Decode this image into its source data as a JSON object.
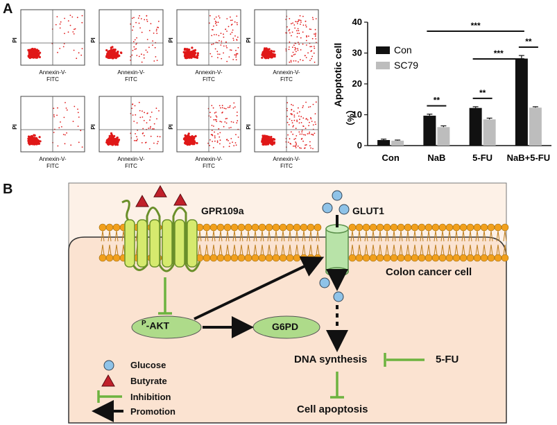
{
  "panel_a": {
    "letter": "A",
    "flow_plots": [
      {
        "ylabel": "PI",
        "xlabel": "Annexin-V-FITC",
        "row": 0,
        "col": 0
      },
      {
        "ylabel": "PI",
        "xlabel": "Annexin-V-FITC",
        "row": 0,
        "col": 1
      },
      {
        "ylabel": "PI",
        "xlabel": "Annexin-V-FITC",
        "row": 0,
        "col": 2
      },
      {
        "ylabel": "PI",
        "xlabel": "Annexin-V-FITC",
        "row": 0,
        "col": 3
      },
      {
        "ylabel": "PI",
        "xlabel": "Annexin-V-FITC",
        "row": 1,
        "col": 0
      },
      {
        "ylabel": "PI",
        "xlabel": "Annexin-V-FITC",
        "row": 1,
        "col": 1
      },
      {
        "ylabel": "PI",
        "xlabel": "Annexin-V-FITC",
        "row": 1,
        "col": 2
      },
      {
        "ylabel": "PI",
        "xlabel": "Annexin-V-FITC",
        "row": 1,
        "col": 3
      }
    ],
    "flow_xlabel_line1": "Annexin-V-",
    "flow_xlabel_line2": "FITC",
    "flow_ylabel": "PI"
  },
  "chart_data": {
    "type": "bar",
    "categories": [
      "Con",
      "NaB",
      "5-FU",
      "NaB+5-FU"
    ],
    "series": [
      {
        "name": "Con",
        "color": "#111111",
        "values": [
          1.8,
          9.7,
          12.2,
          28.2
        ],
        "errors": [
          0.3,
          0.5,
          0.4,
          1.0
        ]
      },
      {
        "name": "SC79",
        "color": "#bdbdbd",
        "values": [
          1.6,
          6.0,
          8.5,
          12.3
        ],
        "errors": [
          0.2,
          0.4,
          0.4,
          0.3
        ]
      }
    ],
    "ylabel_line1": "Apoptotic cell",
    "ylabel_line2": "（%）",
    "ylim": [
      0,
      40
    ],
    "yticks": [
      0,
      10,
      20,
      30,
      40
    ],
    "legend_placement": "top-left",
    "significance": [
      {
        "label": "**",
        "from": "NaB-Con",
        "to": "NaB-SC79"
      },
      {
        "label": "**",
        "from": "5-FU-Con",
        "to": "5-FU-SC79"
      },
      {
        "label": "**",
        "from": "NaB+5-FU-Con",
        "to": "NaB+5-FU-SC79"
      },
      {
        "label": "***",
        "from": "5-FU-Con",
        "to": "NaB+5-FU-Con"
      },
      {
        "label": "***",
        "from": "NaB-Con",
        "to": "NaB+5-FU-Con"
      }
    ]
  },
  "panel_b": {
    "letter": "B",
    "receptor_label": "GPR109a",
    "transporter_label": "GLUT1",
    "cell_label": "Colon cancer cell",
    "pakt_label_p": "P",
    "pakt_label_rest": "-AKT",
    "g6pd_label": "G6PD",
    "dna_label": "DNA synthesis",
    "fu_label": "5-FU",
    "apoptosis_label": "Cell apoptosis",
    "legend": {
      "glucose": "Glucose",
      "butyrate": "Butyrate",
      "inhibition": "Inhibition",
      "promotion": "Promotion"
    },
    "colors": {
      "cell_fill": "#fbe3d1",
      "outer_fill": "#fdf1e7",
      "green_oval": "#aedb8a",
      "inhibition": "#6db33f",
      "glucose": "#8fc3e8",
      "butyrate": "#c0202a",
      "lipid_head": "#f2a01c"
    }
  }
}
